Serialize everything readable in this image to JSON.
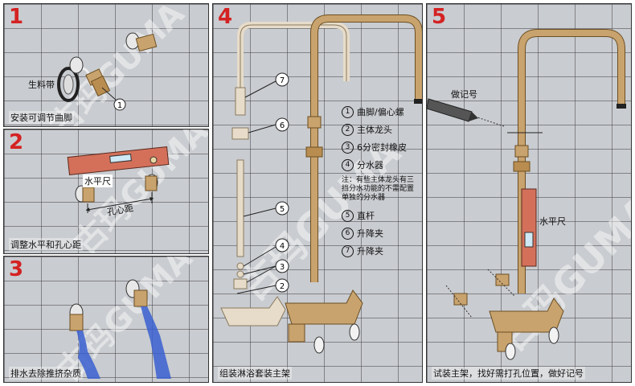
{
  "panels": [
    {
      "number": "1",
      "caption": "安装可调节曲脚",
      "labels": {
        "tape": "生料带"
      },
      "callout": "1"
    },
    {
      "number": "2",
      "caption": "调整水平和孔心距",
      "labels": {
        "level": "水平尺",
        "distance": "孔心距"
      }
    },
    {
      "number": "3",
      "caption": "排水去除推挤杂质"
    },
    {
      "number": "4",
      "caption": "组装淋浴套装主架",
      "callouts": [
        "7",
        "6",
        "5",
        "4",
        "3",
        "2"
      ],
      "legend": [
        {
          "n": "1",
          "text": "曲脚/偏心螺"
        },
        {
          "n": "2",
          "text": "主体龙头"
        },
        {
          "n": "3",
          "text": "6分密封橡皮"
        },
        {
          "n": "4",
          "text": "分水器"
        }
      ],
      "note": "注：有些主体龙头有三挡分水功能的不需配置单独的分水器",
      "legend2": [
        {
          "n": "5",
          "text": "直杆"
        },
        {
          "n": "6",
          "text": "升降夹"
        },
        {
          "n": "7",
          "text": "升降夹"
        }
      ]
    },
    {
      "number": "5",
      "caption": "试装主架，找好需打孔位置，做好记号",
      "labels": {
        "marker": "做记号",
        "level": "水平尺"
      }
    }
  ],
  "watermark": "古玛GUMA",
  "colors": {
    "number": "#d42222",
    "brass": "#c9a36d",
    "tile": "#c9ccd0",
    "level": "#d4705a"
  }
}
